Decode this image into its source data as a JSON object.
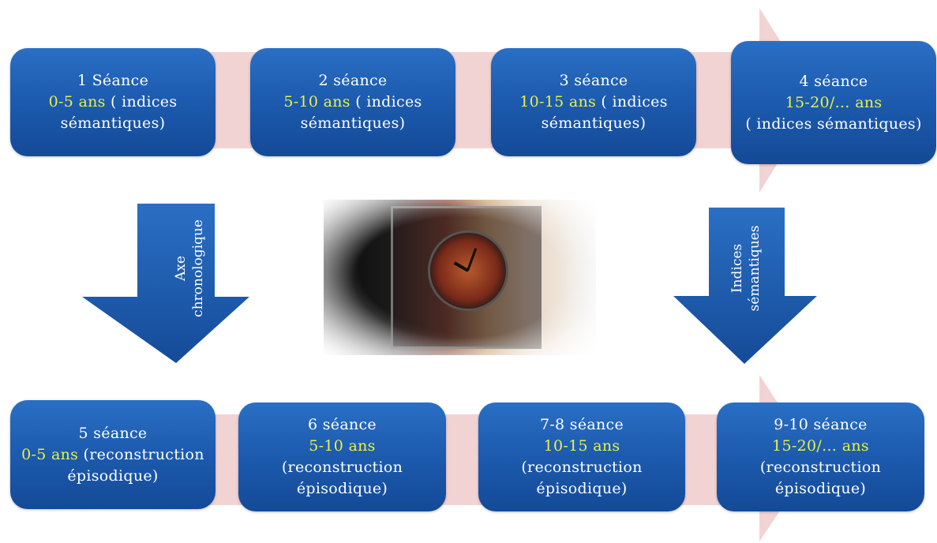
{
  "top_row": [
    {
      "title": "1  Séance",
      "range": "0-5 ans",
      "suffix": " ( indices",
      "desc": "sémantiques)"
    },
    {
      "title": "2 séance",
      "range": "5-10 ans",
      "suffix": " ( indices",
      "desc": "sémantiques)"
    },
    {
      "title": "3 séance",
      "range": "10-15 ans",
      "suffix": " ( indices",
      "desc": "sémantiques)"
    },
    {
      "title": "4 séance",
      "range": "15-20/… ans",
      "suffix": "",
      "desc": "( indices sémantiques)"
    }
  ],
  "bottom_row": [
    {
      "title": "5 séance",
      "range": "0-5 ans",
      "suffix": " (reconstruction",
      "desc": "épisodique)",
      "desc2": ""
    },
    {
      "title": "6 séance",
      "range": "5-10 ans",
      "suffix": "",
      "desc": "(reconstruction",
      "desc2": "épisodique)"
    },
    {
      "title": "7-8 séance",
      "range": "10-15 ans",
      "suffix": "",
      "desc": "(reconstruction",
      "desc2": "épisodique)"
    },
    {
      "title": "9-10 séance",
      "range": "15-20/… ans",
      "suffix": "",
      "desc": "(reconstruction",
      "desc2": "épisodique)"
    }
  ],
  "left_arrow": {
    "line1": "Axe",
    "line2": "chronologique"
  },
  "right_arrow": {
    "line1": "Indices",
    "line2": "sémantiques"
  },
  "colors": {
    "box": "#1d5cb0",
    "highlight": "#e9f04a",
    "connector": "#f2d3d3"
  }
}
